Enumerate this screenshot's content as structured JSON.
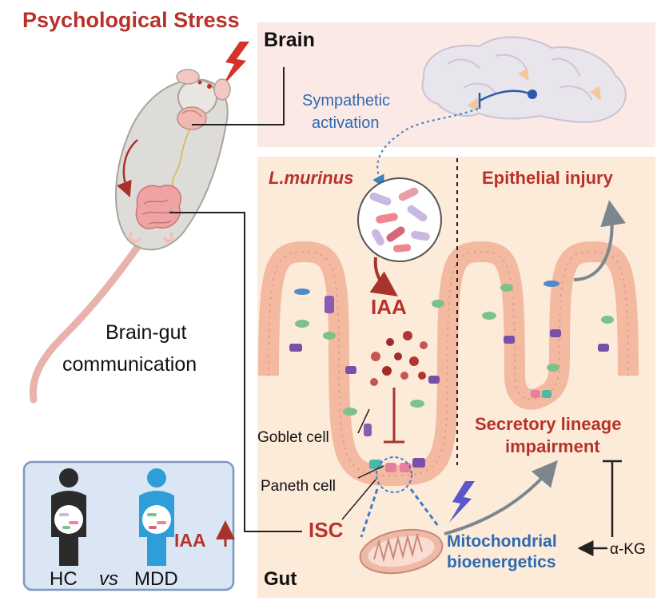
{
  "labels": {
    "psych_stress": "Psychological Stress",
    "brain": "Brain",
    "sympathetic_1": "Sympathetic",
    "sympathetic_2": "activation",
    "lmurinus": "L.murinus",
    "epithelial": "Epithelial injury",
    "iaa_center": "IAA",
    "braingut_1": "Brain-gut",
    "braingut_2": "communication",
    "goblet": "Goblet cell",
    "paneth": "Paneth cell",
    "secretory_1": "Secretory lineage",
    "secretory_2": "impairment",
    "isc": "ISC",
    "mito_1": "Mitochondrial",
    "mito_2": "bioenergetics",
    "akg": "α-KG",
    "gut": "Gut",
    "hc": "HC",
    "vs": "vs",
    "mdd": "MDD",
    "iaa_box": "IAA"
  },
  "colors": {
    "title_red": "#b8322b",
    "blue": "#2e6ab0",
    "brain_bg": "#fbe9e6",
    "gut_bg": "#fdebd9",
    "box_bg": "#dbe6f5",
    "box_border": "#7d97bf"
  }
}
